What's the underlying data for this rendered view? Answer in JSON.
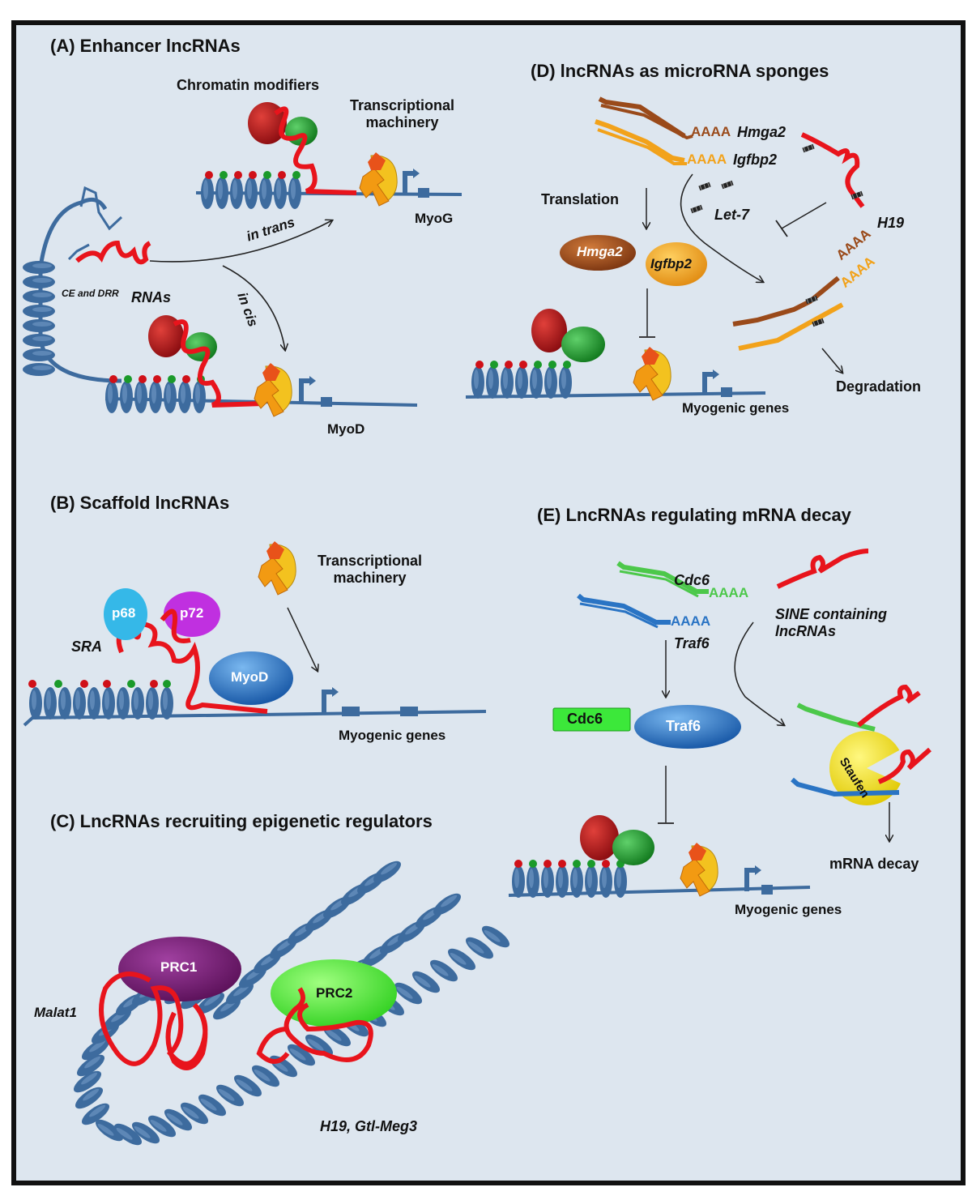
{
  "panels": {
    "a": {
      "title": "(A) Enhancer lncRNAs",
      "chromatin_modifiers": "Chromatin modifiers",
      "transcriptional_machinery_1": "Transcriptional",
      "transcriptional_machinery_2": "machinery",
      "myog": "MyoG",
      "in_trans": "in trans",
      "in_cis": "in cis",
      "ce_drr_sup": "CE and DRR",
      "rnas": "RNAs",
      "myod": "MyoD"
    },
    "b": {
      "title": "(B) Scaffold lncRNAs",
      "transcriptional_machinery_1": "Transcriptional",
      "transcriptional_machinery_2": "machinery",
      "p68": "p68",
      "p72": "p72",
      "sra": "SRA",
      "myod": "MyoD",
      "myogenic_genes": "Myogenic genes"
    },
    "c": {
      "title": "(C) LncRNAs  recruiting epigenetic regulators",
      "prc1": "PRC1",
      "prc2": "PRC2",
      "malat1": "Malat1",
      "h19_gtl": "H19, Gtl-Meg3"
    },
    "d": {
      "title": "(D) lncRNAs as microRNA sponges",
      "aaaa_1": "AAAA",
      "aaaa_2": "AAAA",
      "hmga2": "Hmga2",
      "igfbp2": "Igfbp2",
      "translation": "Translation",
      "let7": "Let-7",
      "h19": "H19",
      "hmga2_protein": "Hmga2",
      "igfbp2_protein": "Igfbp2",
      "aaaa_3": "AAAA",
      "aaaa_4": "AAAA",
      "degradation": "Degradation",
      "myogenic_genes": "Myogenic genes"
    },
    "e": {
      "title": "(E) LncRNAs  regulating mRNA decay",
      "cdc6": "Cdc6",
      "aaaa_1": "AAAA",
      "aaaa_2": "AAAA",
      "traf6": "Traf6",
      "sine_1": "SINE containing",
      "sine_2": "lncRNAs",
      "cdc6_protein": "Cdc6",
      "traf6_protein": "Traf6",
      "staufen": "Staufen",
      "mrna_decay": "mRNA decay",
      "myogenic_genes": "Myogenic genes"
    }
  },
  "colors": {
    "background": "#dde6ef",
    "chromatin": "#3d6b9e",
    "lncrna": "#e8141c",
    "chromatin_modifier_red": "#a8141c",
    "chromatin_modifier_green": "#1a9a2a",
    "hmga2": "#9a4a1a",
    "igfbp2": "#f2a21a",
    "prc1": "#7a1f78",
    "prc2": "#4ded2a",
    "p68": "#35b8e8",
    "p72": "#c030e0",
    "myod": "#2a74c4",
    "staufen": "#f3e200"
  }
}
